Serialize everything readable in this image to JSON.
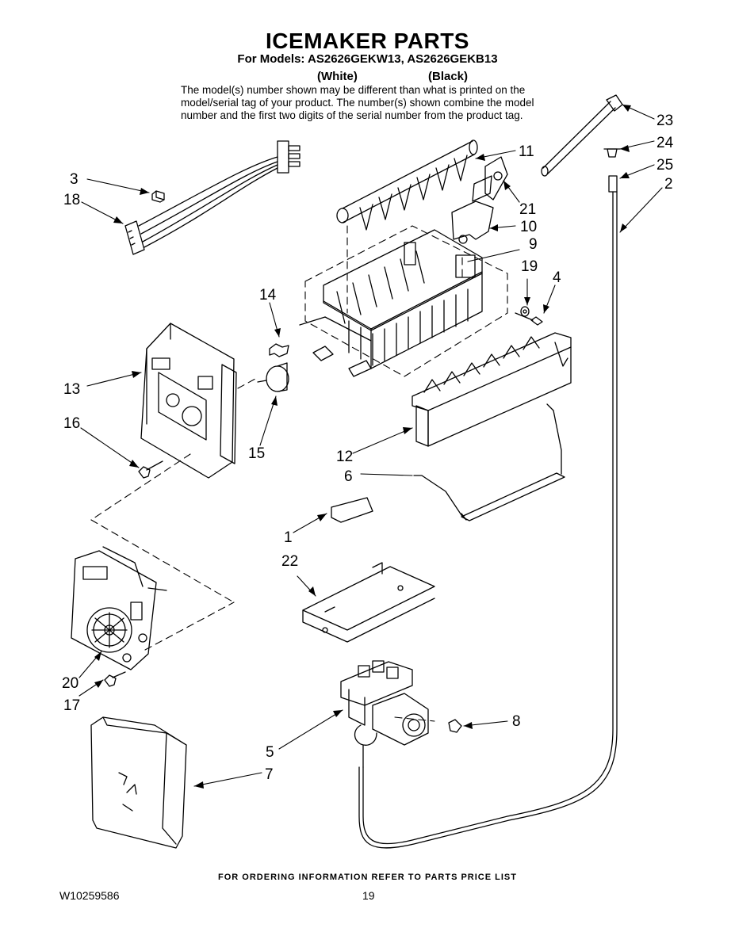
{
  "header": {
    "title": "ICEMAKER PARTS",
    "models_line": "For Models: AS2626GEKW13, AS2626GEKB13",
    "color_white": "(White)",
    "color_black": "(Black)",
    "note_lines": [
      "The model(s) number shown may be different than what is printed on the",
      "model/serial tag of your product. The number(s) shown combine the model",
      "number and the first two digits of the serial number from the product tag."
    ]
  },
  "callouts": [
    "1",
    "2",
    "3",
    "4",
    "5",
    "6",
    "7",
    "8",
    "9",
    "10",
    "11",
    "12",
    "13",
    "14",
    "15",
    "16",
    "17",
    "18",
    "19",
    "20",
    "21",
    "22",
    "23",
    "24",
    "25"
  ],
  "footer": {
    "ordering_info": "FOR ORDERING INFORMATION REFER TO PARTS PRICE LIST",
    "doc_number": "W10259586",
    "page_number": "19"
  }
}
